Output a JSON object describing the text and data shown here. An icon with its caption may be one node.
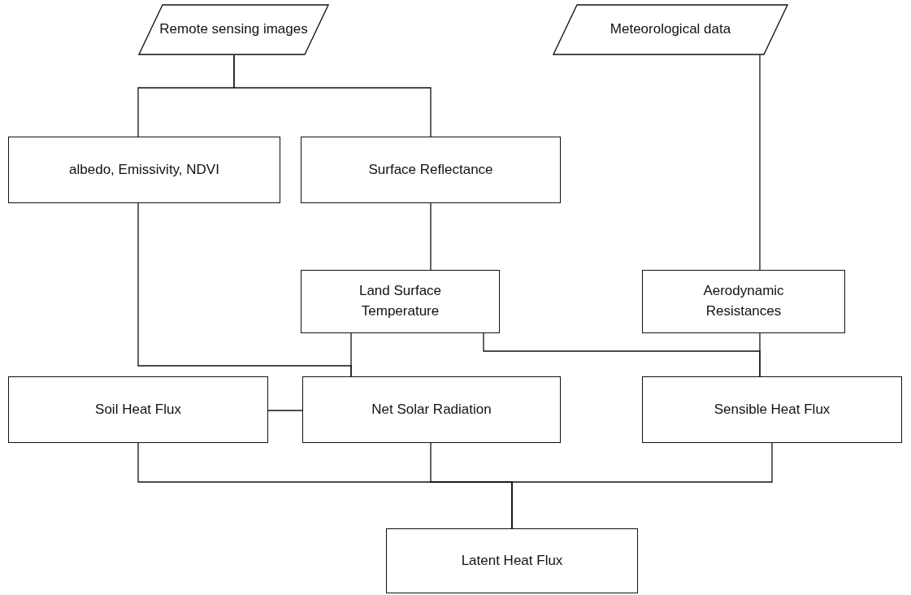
{
  "diagram": {
    "nodes": [
      {
        "text": [
          "Remote sensing images"
        ]
      },
      {
        "text": [
          "Meteorological data"
        ]
      },
      {
        "text": [
          "albedo, Emissivity, NDVI"
        ]
      },
      {
        "text": [
          "Surface Reflectance"
        ]
      },
      {
        "text": [
          "Land Surface Temperature"
        ]
      },
      {
        "text": [
          "Aerodynamic Resistances"
        ]
      },
      {
        "text": [
          "Soil Heat Flux"
        ]
      },
      {
        "text": [
          "Net Solar Radiation"
        ]
      },
      {
        "text": [
          "Sensible Heat Flux"
        ]
      },
      {
        "text": [
          "Latent Heat Flux"
        ]
      }
    ],
    "edges": [
      {
        "from": 0,
        "to": 2,
        "arrow": "none"
      },
      {
        "from": 0,
        "to": 3,
        "arrow": "none"
      },
      {
        "from": 3,
        "to": 4,
        "arrow": "none"
      },
      {
        "from": 1,
        "to": 5,
        "arrow": "none"
      },
      {
        "from": 2,
        "to": 7,
        "arrow": "none"
      },
      {
        "from": 4,
        "to": 7,
        "arrow": "none"
      },
      {
        "from": 4,
        "to": 8,
        "arrow": "none"
      },
      {
        "from": 5,
        "to": 8,
        "arrow": "none"
      },
      {
        "from": 6,
        "to": 7,
        "arrow": "none"
      },
      {
        "from": 6,
        "to": 9,
        "arrow": "none"
      },
      {
        "from": 7,
        "to": 9,
        "arrow": "none"
      },
      {
        "from": 8,
        "to": 9,
        "arrow": "none"
      }
    ]
  }
}
